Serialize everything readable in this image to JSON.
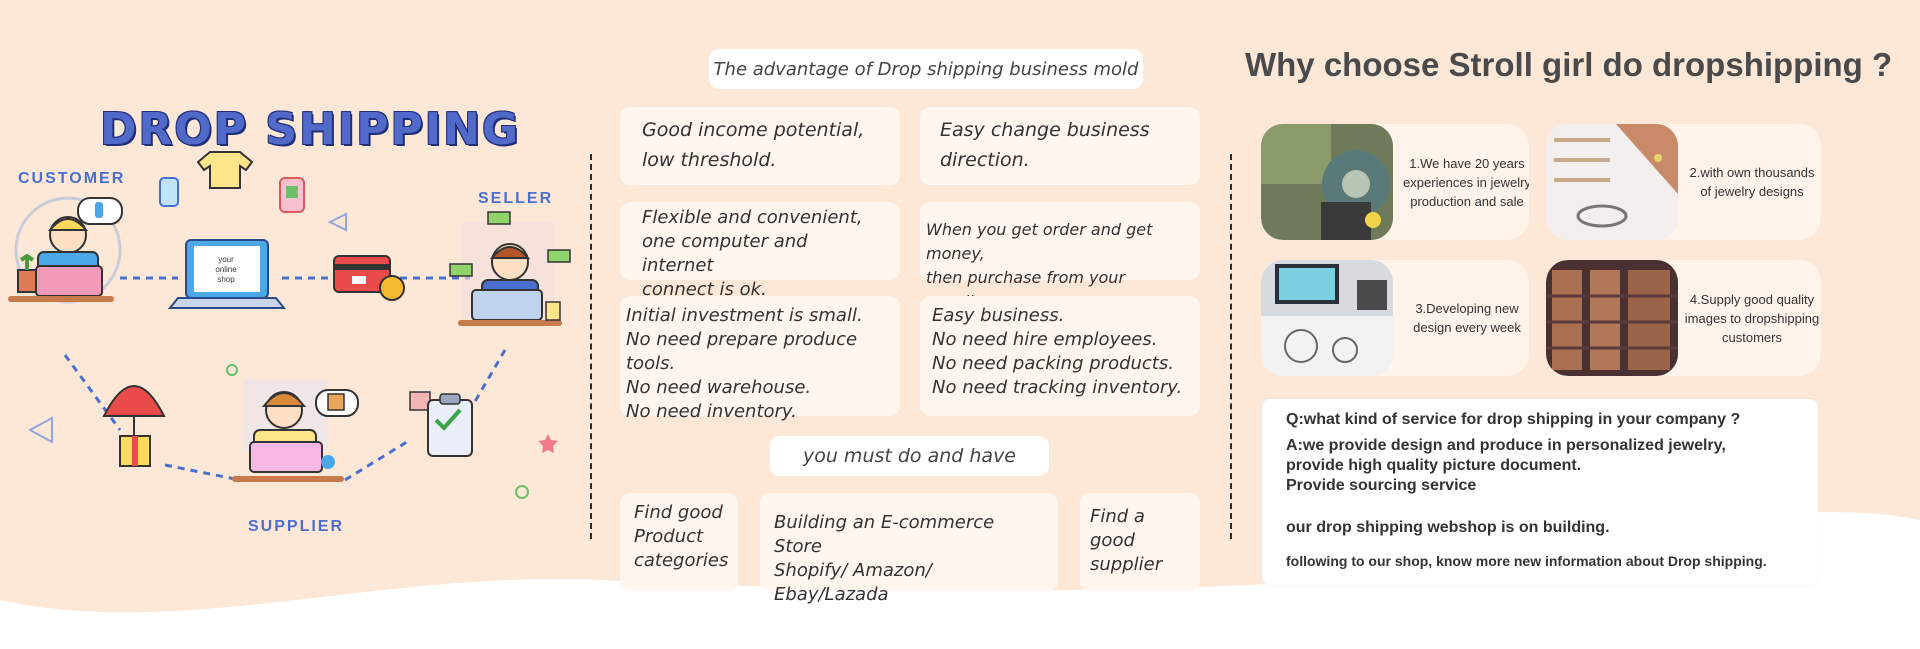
{
  "colors": {
    "background": "#fde8d8",
    "accent_blue": "#4a6fd1",
    "card": "#fff6ef"
  },
  "left": {
    "title": "DROP SHIPPING",
    "labels": {
      "customer": "CUSTOMER",
      "seller": "SELLER",
      "supplier": "SUPPLIER"
    },
    "laptop_text": [
      "your",
      "online",
      "shop"
    ]
  },
  "middle": {
    "advantage_title": "The advantage of Drop shipping business mold",
    "cards": [
      "Good income potential,\nlow threshold.",
      "Easy change business\ndirection.",
      "Flexible and convenient,\none computer and internet\nconnect is ok.",
      "When you get order and get money,\nthen purchase from your supplier.",
      "Initial investment is small.\nNo need prepare produce tools.\nNo need warehouse.\nNo need inventory.",
      "Easy business.\nNo need hire employees.\nNo need packing products.\nNo need tracking inventory."
    ],
    "must_title": "you must do and have",
    "must_cards": [
      "Find good\nProduct\ncategories",
      "Building an E-commerce Store\nShopify/ Amazon/ Ebay/Lazada",
      "Find a good\nsupplier"
    ]
  },
  "right": {
    "title": "Why choose Stroll girl do dropshipping ?",
    "features": [
      "1.We have 20 years experiences in jewelry production and sale",
      "2.with own thousands of jewelry designs",
      "3.Developing new design every week",
      "4.Supply good quality images to dropshipping customers"
    ],
    "qa": {
      "question": "Q:what kind of service for drop shipping in your company ?",
      "answer_1": "A:we provide design and produce in personalized jewelry,",
      "answer_2": "provide high quality picture document.",
      "answer_3": "Provide sourcing service",
      "note": "our drop shipping webshop is on building.",
      "footer": "following to our shop, know more new information about Drop shipping."
    }
  }
}
